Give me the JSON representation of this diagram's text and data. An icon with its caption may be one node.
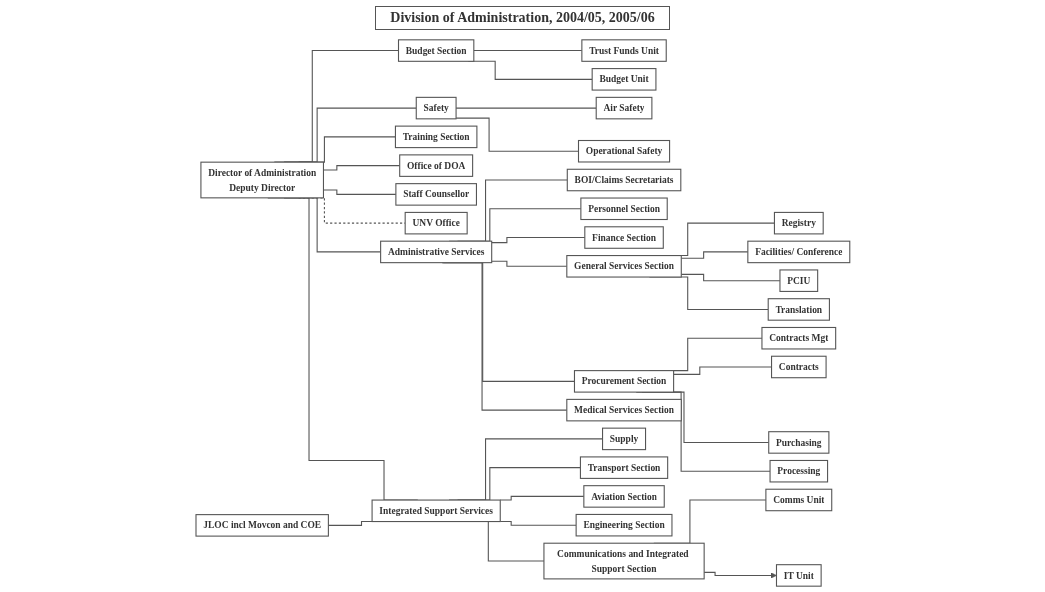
{
  "diagram": {
    "title": "Division of Administration, 2004/05, 2005/06",
    "nodes": [
      {
        "text": [
          "Director of Administration",
          "Deputy Director"
        ]
      },
      {
        "text": [
          "Trust Funds Unit"
        ]
      },
      {
        "text": [
          "Budget Unit"
        ]
      },
      {
        "text": [
          "Budget Section"
        ]
      },
      {
        "text": [
          "Safety"
        ]
      },
      {
        "text": [
          "Air Safety"
        ]
      },
      {
        "text": [
          "Operational Safety"
        ]
      },
      {
        "text": [
          "Training Section"
        ]
      },
      {
        "text": [
          "Office of DOA"
        ]
      },
      {
        "text": [
          "Staff Counsellor"
        ]
      },
      {
        "text": [
          "UNV Office"
        ]
      },
      {
        "text": [
          "Administrative Services"
        ]
      },
      {
        "text": [
          "BOI/Claims Secretariats"
        ]
      },
      {
        "text": [
          "JLOC incl Movcon and COE"
        ]
      },
      {
        "text": [
          "Integrated Support Services"
        ]
      },
      {
        "text": [
          "Personnel Section"
        ]
      },
      {
        "text": [
          "Finance Section"
        ]
      },
      {
        "text": [
          "General Services Section"
        ]
      },
      {
        "text": [
          "Procurement Section"
        ]
      },
      {
        "text": [
          "Registry"
        ]
      },
      {
        "text": [
          "Facilities/ Conference"
        ]
      },
      {
        "text": [
          "PCIU"
        ]
      },
      {
        "text": [
          "Translation"
        ]
      },
      {
        "text": [
          "Contracts Mgt"
        ]
      },
      {
        "text": [
          "Contracts"
        ]
      },
      {
        "text": [
          "Purchasing"
        ]
      },
      {
        "text": [
          "Processing"
        ]
      },
      {
        "text": [
          "Medical Services Section"
        ]
      },
      {
        "text": [
          "Supply"
        ]
      },
      {
        "text": [
          "Transport Section"
        ]
      },
      {
        "text": [
          "Aviation Section"
        ]
      },
      {
        "text": [
          "Engineering Section"
        ]
      },
      {
        "text": [
          "Communications and Integrated Support Section"
        ]
      },
      {
        "text": [
          "Comms Unit"
        ]
      },
      {
        "text": [
          "IT Unit"
        ]
      }
    ],
    "edges": [
      {
        "from": 0,
        "to": 3,
        "arrow": "none"
      },
      {
        "from": 3,
        "to": 1,
        "arrow": "none"
      },
      {
        "from": 3,
        "to": 2,
        "arrow": "none"
      },
      {
        "from": 0,
        "to": 4,
        "arrow": "none"
      },
      {
        "from": 4,
        "to": 5,
        "arrow": "none"
      },
      {
        "from": 4,
        "to": 6,
        "arrow": "none"
      },
      {
        "from": 0,
        "to": 7,
        "arrow": "none"
      },
      {
        "from": 0,
        "to": 8,
        "arrow": "none"
      },
      {
        "from": 0,
        "to": 9,
        "arrow": "none"
      },
      {
        "from": 0,
        "to": 10,
        "arrow": "none",
        "style": "dashed"
      },
      {
        "from": 0,
        "to": 11,
        "arrow": "none"
      },
      {
        "from": 0,
        "to": 14,
        "arrow": "none"
      },
      {
        "from": 11,
        "to": 12,
        "arrow": "none"
      },
      {
        "from": 13,
        "to": 14,
        "arrow": "none"
      },
      {
        "from": 11,
        "to": 27,
        "arrow": "none"
      },
      {
        "from": 11,
        "to": 15,
        "arrow": "none"
      },
      {
        "from": 11,
        "to": 16,
        "arrow": "none"
      },
      {
        "from": 11,
        "to": 17,
        "arrow": "none"
      },
      {
        "from": 11,
        "to": 18,
        "arrow": "none"
      },
      {
        "from": 17,
        "to": 19,
        "arrow": "none"
      },
      {
        "from": 17,
        "to": 20,
        "arrow": "none"
      },
      {
        "from": 17,
        "to": 21,
        "arrow": "none"
      },
      {
        "from": 17,
        "to": 22,
        "arrow": "none"
      },
      {
        "from": 18,
        "to": 23,
        "arrow": "none"
      },
      {
        "from": 18,
        "to": 24,
        "arrow": "none"
      },
      {
        "from": 18,
        "to": 25,
        "arrow": "none"
      },
      {
        "from": 18,
        "to": 26,
        "arrow": "none"
      },
      {
        "from": 14,
        "to": 28,
        "arrow": "none"
      },
      {
        "from": 14,
        "to": 29,
        "arrow": "none"
      },
      {
        "from": 14,
        "to": 30,
        "arrow": "none"
      },
      {
        "from": 14,
        "to": 31,
        "arrow": "none"
      },
      {
        "from": 14,
        "to": 32,
        "arrow": "none"
      },
      {
        "from": 32,
        "to": 33,
        "arrow": "none"
      },
      {
        "from": 32,
        "to": 34,
        "arrow": "to"
      }
    ]
  }
}
